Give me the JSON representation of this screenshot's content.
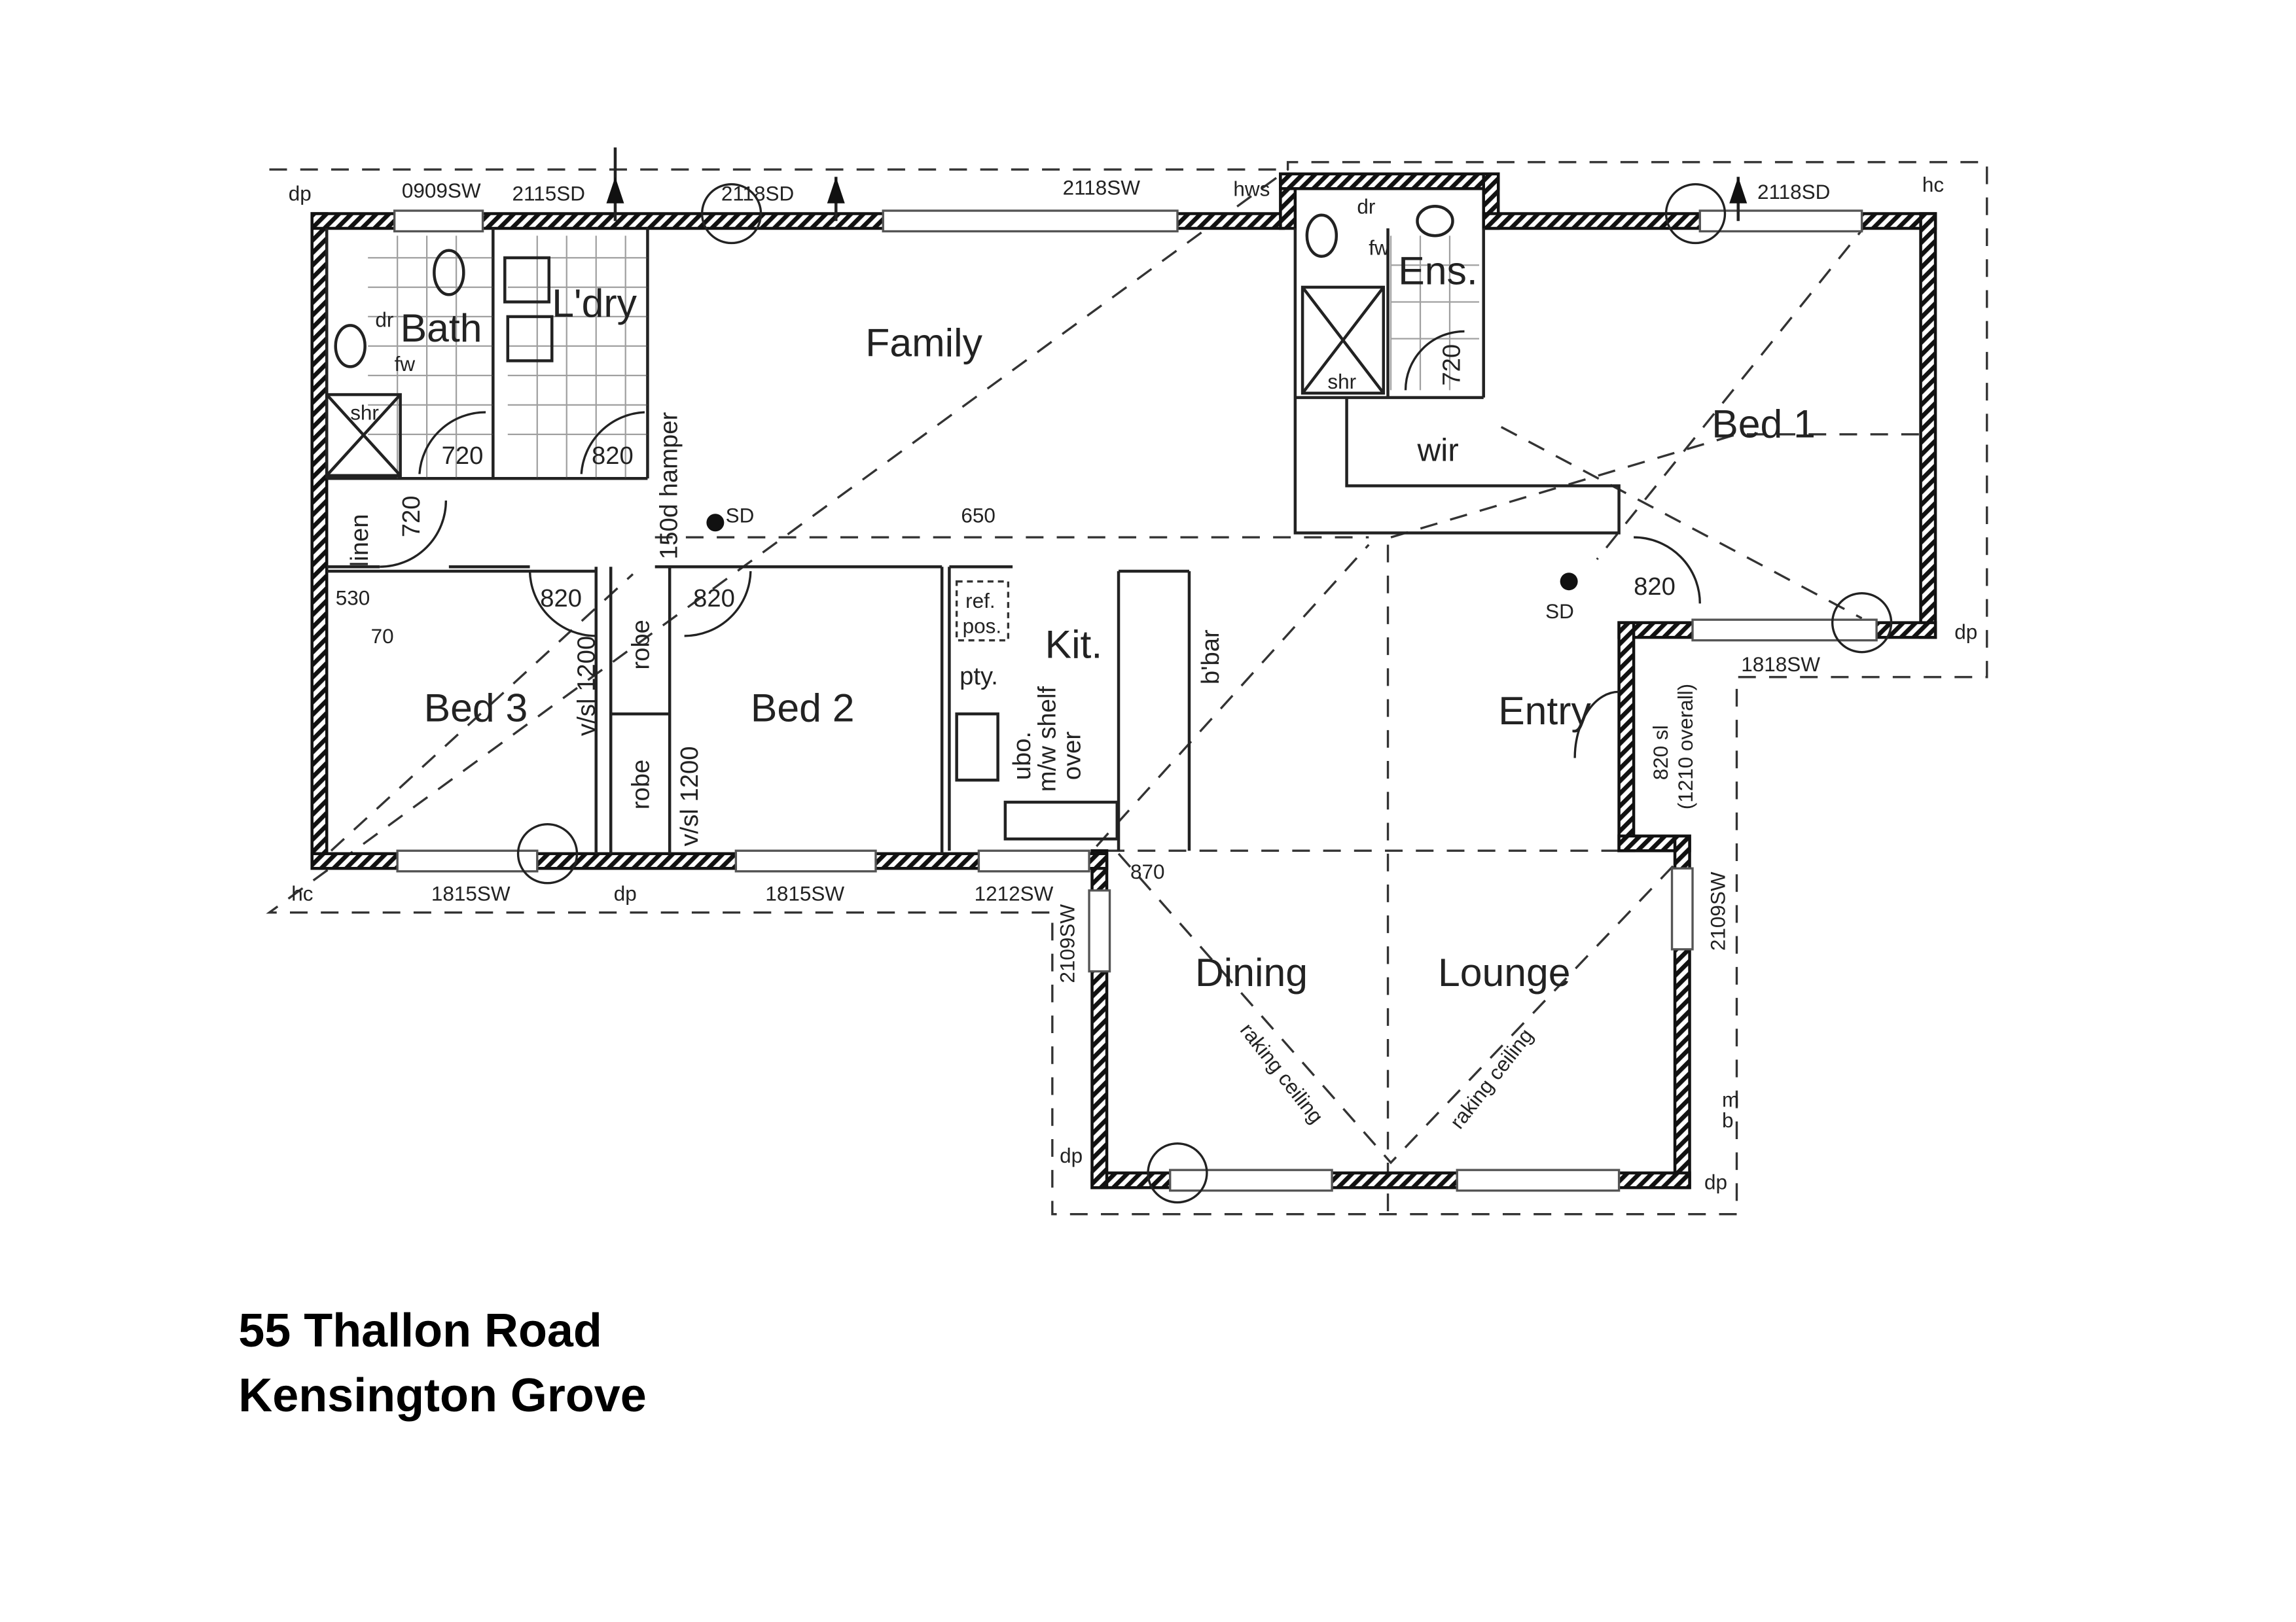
{
  "caption": {
    "line1": "55 Thallon Road",
    "line2": "Kensington Grove"
  },
  "rooms": {
    "bath": "Bath",
    "laundry": "L'dry",
    "family": "Family",
    "ensuite": "Ens.",
    "bed1": "Bed 1",
    "bed2": "Bed 2",
    "bed3": "Bed 3",
    "kitchen": "Kit.",
    "entry": "Entry",
    "dining": "Dining",
    "lounge": "Lounge",
    "wir": "wir",
    "linen": "linen",
    "robe": "robe",
    "shr": "shr",
    "ref": "ref.",
    "pos": "pos.",
    "pty": "pty.",
    "bbar": "b'bar",
    "ubo": "ubo.",
    "mw": "m/w shelf",
    "over": "over",
    "hamper": "150d hamper",
    "raking": "raking ceiling"
  },
  "windows": {
    "w0909": "0909SW",
    "d2115": "2115SD",
    "d2118a": "2118SD",
    "w2118": "2118SW",
    "d2118b": "2118SD",
    "w1815a": "1815SW",
    "w1815b": "1815SW",
    "w1212": "1212SW",
    "w1818": "1818SW",
    "w2109a": "2109SW",
    "w2109b": "2109SW",
    "vsl": "v/sl 1200",
    "entry_door": "820 sl",
    "entry_overall": "(1210 overall)"
  },
  "dims": {
    "d720": "720",
    "d820": "820",
    "d650": "650",
    "d530": "530",
    "d70": "70",
    "d870": "870"
  },
  "marks": {
    "dp": "dp",
    "hc": "hc",
    "hws": "hws",
    "sd": "SD",
    "fw": "fw",
    "dr": "dr",
    "m": "m",
    "b": "b"
  }
}
